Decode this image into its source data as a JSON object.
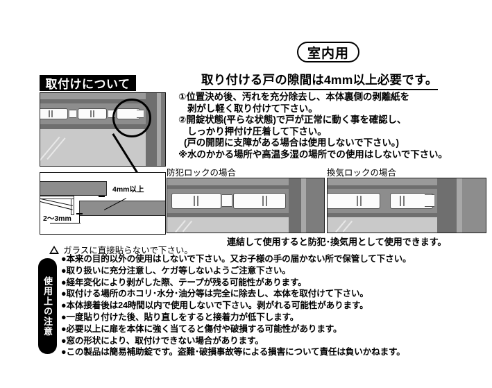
{
  "badge": {
    "indoor_label": "室内用"
  },
  "install_section": {
    "heading": "取付けについて",
    "detail_labels": {
      "gap_top": "4mm以上",
      "gap_bottom": "2〜3mm"
    }
  },
  "instructions": {
    "heading": "取り付ける戸の隙間は4mm以上必要です。",
    "steps": [
      "①位置決め後、汚れを充分除去し、本体裏側の剥離紙を",
      "剥がし軽く取り付けて下さい。",
      "②開錠状態(平らな状態)で戸が正常に動く事を確認し、",
      "しっかり押付け圧着して下さい。",
      "(戸の開閉に支障がある場合は使用しないで下さい。)",
      "※水のかかる場所や高温多湿の場所での使用はしないで下さい。"
    ]
  },
  "lock_modes": {
    "security_caption": "防犯ロックの場合",
    "ventilation_caption": "換気ロックの場合",
    "combined_caption": "連結して使用すると防犯･換気用として使用できます。"
  },
  "cautions": {
    "tab_label": "使用上の注意",
    "glass_warning": "ガラスに直接貼らないで下さい。",
    "items": [
      "●本来の目的以外の使用はしないで下さい。又お子様の手の届かない所で保管して下さい。",
      "●取り扱いに充分注意し、ケガ等しないようご注意下さい。",
      "●経年変化により剥がした際、テープが残る可能性があります。",
      "●取付ける場所のホコリ･水分･油分等は完全に除去し、本体を取付けて下さい。",
      "●本体接着後は24時間以内で使用しないで下さい。剥がれる可能性があります。",
      "●一度貼り付けた後、貼り直しをすると接着力が低下します。",
      "●必要以上に扉を本体に強く当てると傷付や破損する可能性があります。",
      "●窓の形状により、取付けできない場合があります。",
      "●この製品は簡易補助錠です。盗難･破損事故等による損害について責任は負いかねます。"
    ]
  },
  "colors": {
    "ink": "#000000",
    "frame_gray": "#8d8d8d",
    "frame_dark": "#6f6f6f",
    "glass_gray": "#c9c9c9"
  }
}
